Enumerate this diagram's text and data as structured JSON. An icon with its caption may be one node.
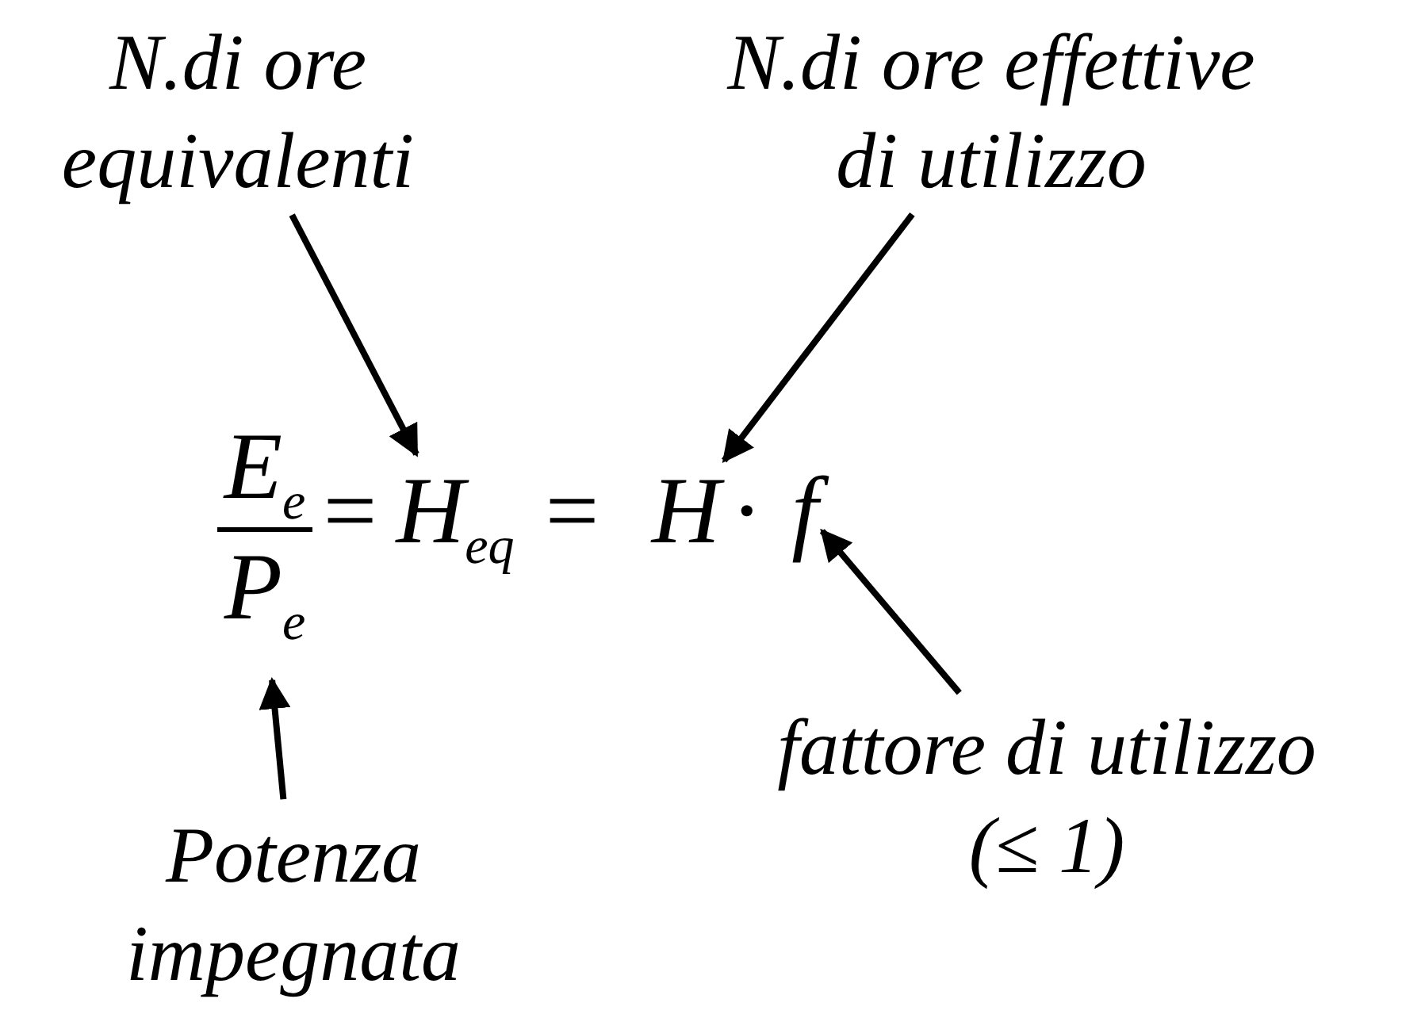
{
  "diagram": {
    "nodes": [
      {
        "text": [
          "N.di ore equivalenti"
        ]
      },
      {
        "text": [
          "N.di ore effettive di utilizzo"
        ]
      },
      {
        "text": [
          "Potenza impegnata"
        ]
      },
      {
        "text": [
          "fattore di utilizzo (≤ 1)"
        ]
      },
      {
        "text": [
          "E$_{e}$"
        ]
      },
      {
        "text": [
          "P$_{e}$"
        ]
      },
      {
        "text": [
          "H$_{eq}$"
        ]
      },
      {
        "text": [
          "H"
        ]
      },
      {
        "text": [
          "f"
        ]
      }
    ],
    "edges": [
      {
        "from": 0,
        "to": 6,
        "arrow": "to"
      },
      {
        "from": 1,
        "to": 7,
        "arrow": "to"
      },
      {
        "from": 2,
        "to": 5,
        "arrow": "to"
      },
      {
        "from": 3,
        "to": 8,
        "arrow": "to"
      }
    ],
    "labels": [
      "=",
      "=",
      "·"
    ]
  }
}
